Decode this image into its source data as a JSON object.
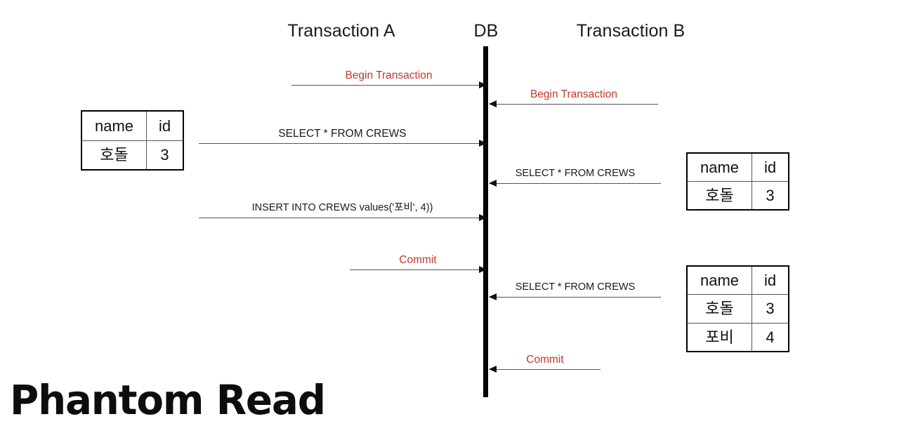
{
  "title": "Phantom Read",
  "colors": {
    "red_label": "#c0392b",
    "arrow": "#555555",
    "lifeline": "#000000",
    "text": "#1a1a1a",
    "background": "#ffffff"
  },
  "columns": [
    {
      "id": "transaction-a",
      "label": "Transaction A"
    },
    {
      "id": "db",
      "label": "DB"
    },
    {
      "id": "transaction-b",
      "label": "Transaction B"
    }
  ],
  "messages": [
    {
      "id": "a-begin-transaction",
      "label": "Begin Transaction",
      "from": "Transaction A",
      "to": "DB",
      "direction": "to-right",
      "style": "red"
    },
    {
      "id": "b-begin-transaction",
      "label": "Begin Transaction",
      "from": "Transaction B",
      "to": "DB",
      "direction": "to-left",
      "style": "red"
    },
    {
      "id": "a-select-1",
      "label": "SELECT * FROM CREWS",
      "from": "Transaction A",
      "to": "DB",
      "direction": "to-right",
      "style": "sql"
    },
    {
      "id": "b-select-1",
      "label": "SELECT * FROM CREWS",
      "from": "Transaction B",
      "to": "DB",
      "direction": "to-left",
      "style": "sql"
    },
    {
      "id": "a-insert",
      "label": "INSERT INTO CREWS values('포비', 4))",
      "from": "Transaction A",
      "to": "DB",
      "direction": "to-right",
      "style": "sql"
    },
    {
      "id": "a-commit",
      "label": "Commit",
      "from": "Transaction A",
      "to": "DB",
      "direction": "to-right",
      "style": "red"
    },
    {
      "id": "b-select-2",
      "label": "SELECT * FROM CREWS",
      "from": "Transaction B",
      "to": "DB",
      "direction": "to-left",
      "style": "sql"
    },
    {
      "id": "b-commit",
      "label": "Commit",
      "from": "Transaction B",
      "to": "DB",
      "direction": "to-left",
      "style": "red"
    }
  ],
  "tables": [
    {
      "id": "result-table-a",
      "side": "left",
      "headers": [
        "name",
        "id"
      ],
      "rows": [
        [
          "호돌",
          "3"
        ]
      ]
    },
    {
      "id": "result-table-b-first",
      "side": "right",
      "headers": [
        "name",
        "id"
      ],
      "rows": [
        [
          "호돌",
          "3"
        ]
      ]
    },
    {
      "id": "result-table-b-second",
      "side": "right",
      "headers": [
        "name",
        "id"
      ],
      "rows": [
        [
          "호돌",
          "3"
        ],
        [
          "포비",
          "4"
        ]
      ]
    }
  ]
}
